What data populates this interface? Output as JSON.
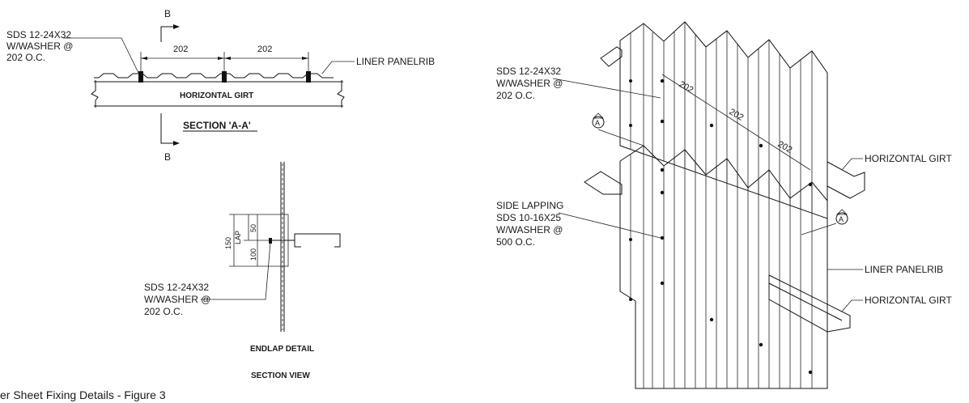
{
  "section_aa": {
    "fastener_lines": [
      "SDS 12-24X32",
      "W/WASHER @",
      "202 O.C."
    ],
    "dim_left": "202",
    "dim_right": "202",
    "section_mark_top": "B",
    "section_mark_bottom": "B",
    "panel_label": "LINER PANELRIB",
    "girt_label": "HORIZONTAL GIRT",
    "title": "SECTION 'A-A'"
  },
  "endlap": {
    "dim_150": "150",
    "dim_lap": "LAP",
    "dim_50": "50",
    "dim_100": "100",
    "fastener_lines": [
      "SDS 12-24X32",
      "W/WASHER @",
      "202 O.C."
    ],
    "title": "ENDLAP DETAIL",
    "subtitle": "SECTION VIEW"
  },
  "iso": {
    "fastener_lines": [
      "SDS 12-24X32",
      "W/WASHER @",
      "202 O.C."
    ],
    "side_lap_lines": [
      "SIDE LAPPING",
      "SDS 10-16X25",
      "W/WASHER @",
      "500 O.C."
    ],
    "dims": [
      "202",
      "202",
      "202"
    ],
    "section_marker": "A",
    "girt_label_upper": "HORIZONTAL GIRT",
    "panel_label": "LINER PANELRIB",
    "girt_label_lower": "HORIZONTAL GIRT"
  },
  "caption": "er Sheet Fixing Details - Figure 3"
}
